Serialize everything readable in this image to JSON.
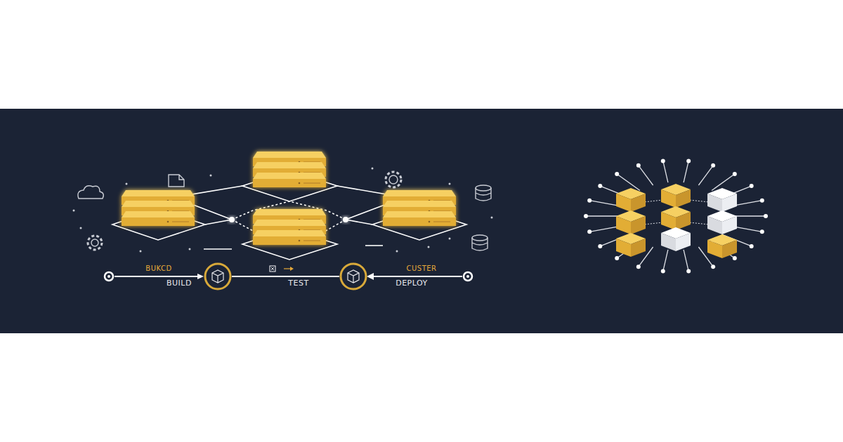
{
  "diagram": {
    "labels": [
      "BUKCD",
      "BUILD",
      "TEST",
      "CUSTER",
      "DEPLOY"
    ]
  }
}
